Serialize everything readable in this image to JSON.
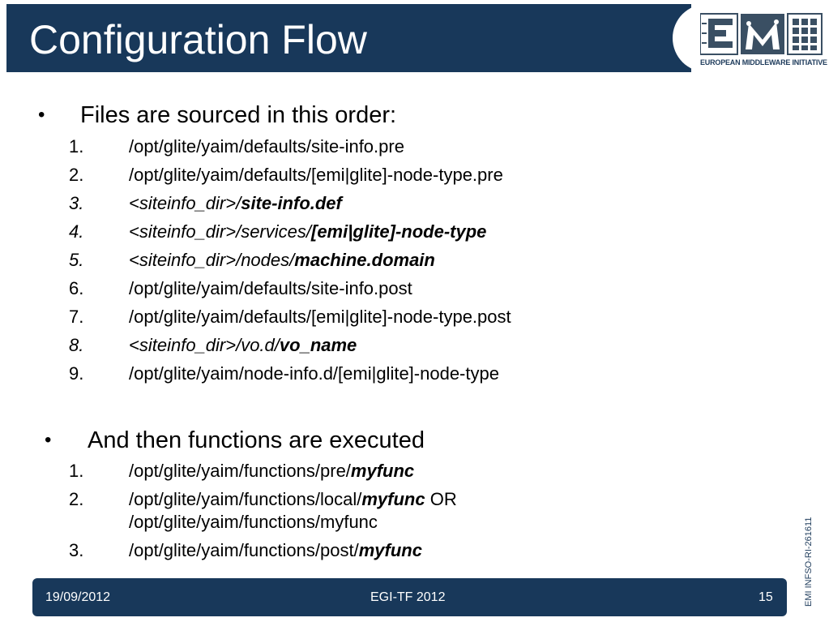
{
  "slide": {
    "title": "Configuration Flow",
    "logo_caption": "EUROPEAN MIDDLEWARE INITIATIVE",
    "side_label": "EMI INFSO-RI-261611"
  },
  "section1": {
    "bullet": "•",
    "heading": "Files are sourced in this order:",
    "items": [
      {
        "num": "1.",
        "parts": [
          "/opt/glite/yaim/defaults/site-info.pre"
        ]
      },
      {
        "num": "2.",
        "parts": [
          "/opt/glite/yaim/defaults/[emi|glite]-node-type.pre"
        ]
      },
      {
        "num": "3.",
        "parts": [
          "<siteinfo_dir>/",
          "site-info.def"
        ]
      },
      {
        "num": "4.",
        "parts": [
          "<siteinfo_dir>/services/",
          "[emi|glite]-node-type"
        ]
      },
      {
        "num": "5.",
        "parts": [
          "<siteinfo_dir>/nodes/",
          "machine.domain"
        ]
      },
      {
        "num": "6.",
        "parts": [
          "/opt/glite/yaim/defaults/site-info.post"
        ]
      },
      {
        "num": "7.",
        "parts": [
          "/opt/glite/yaim/defaults/[emi|glite]-node-type.post"
        ]
      },
      {
        "num": "8.",
        "parts": [
          "<siteinfo_dir>/vo.d/",
          "vo_name"
        ]
      },
      {
        "num": "9.",
        "parts": [
          "/opt/glite/yaim/node-info.d/[emi|glite]-node-type"
        ]
      }
    ]
  },
  "section2": {
    "bullet": "•",
    "heading": "And then functions are executed",
    "items": [
      {
        "num": "1.",
        "parts": [
          "/opt/glite/yaim/functions/pre/",
          "myfunc"
        ]
      },
      {
        "num": "2.",
        "parts": [
          "/opt/glite/yaim/functions/local/",
          "myfunc",
          " OR"
        ],
        "line2": "/opt/glite/yaim/functions/myfunc"
      },
      {
        "num": "3.",
        "parts": [
          "/opt/glite/yaim/functions/post/",
          "myfunc"
        ]
      }
    ]
  },
  "footer": {
    "date": "19/09/2012",
    "event": "EGI-TF 2012",
    "page": "15"
  }
}
